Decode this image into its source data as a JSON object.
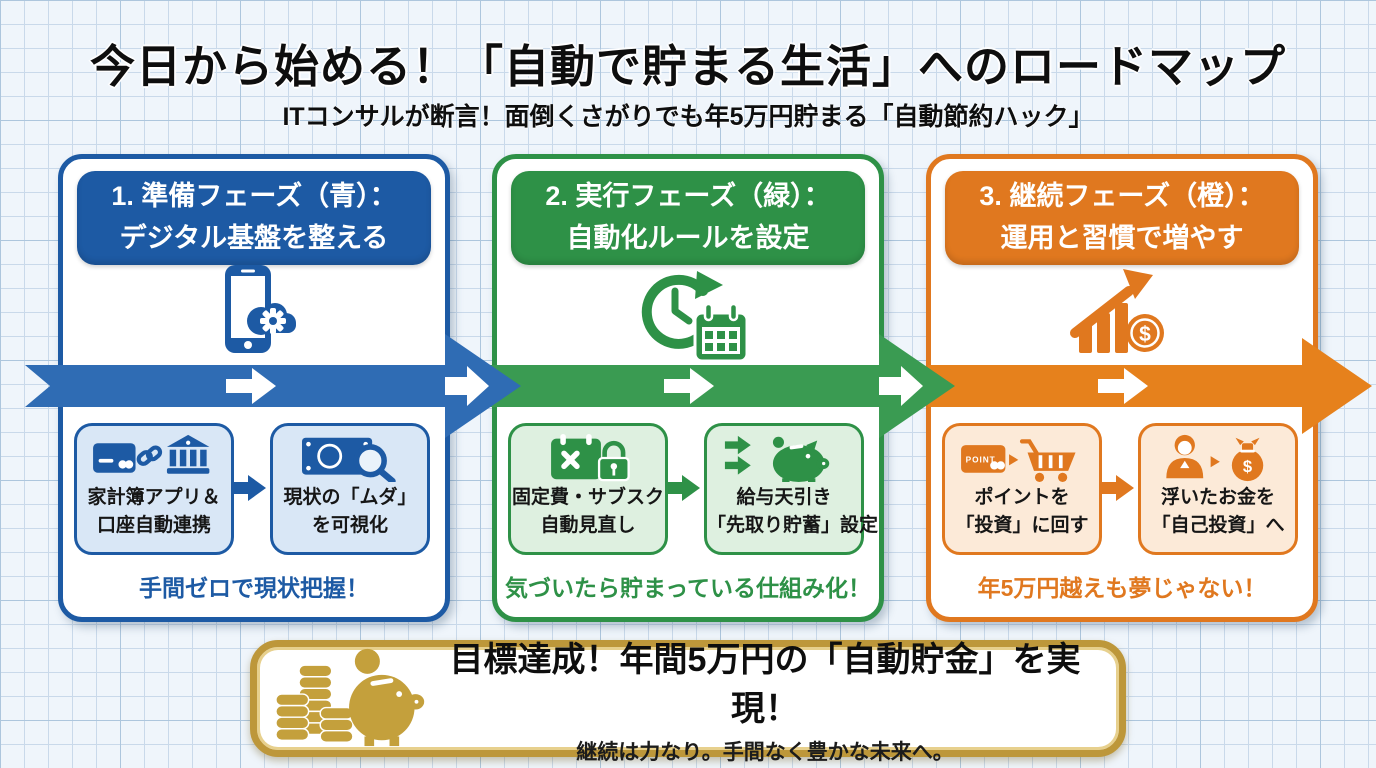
{
  "title": "今日から始める！「自動で貯まる生活」へのロードマップ",
  "subtitle": "ITコンサルが断言！面倒くさがりでも年5万円貯まる「自動節約ハック」",
  "phases": [
    {
      "header_line1": "1. 準備フェーズ（青）：",
      "header_line2": "デジタル基盤を整える",
      "accent_color": "#1d5aa4",
      "main_icon": "smartphone-cloud-gear",
      "steps": [
        {
          "icon": "card-link-bank",
          "line1": "家計簿アプリ＆",
          "line2": "口座自動連携"
        },
        {
          "icon": "banknote-magnifier",
          "line1": "現状の「ムダ」",
          "line2": "を可視化"
        }
      ],
      "slogan": "手間ゼロで現状把握！"
    },
    {
      "header_line1": "2. 実行フェーズ（緑）：",
      "header_line2": "自動化ルールを設定",
      "accent_color": "#2e9147",
      "main_icon": "clock-refresh-calendar",
      "steps": [
        {
          "icon": "calendar-cancel-lock",
          "line1": "固定費・サブスク",
          "line2": "自動見直し"
        },
        {
          "icon": "transfer-piggy-bank",
          "line1": "給与天引き",
          "line2": "「先取り貯蓄」設定"
        }
      ],
      "slogan": "気づいたら貯まっている仕組み化！"
    },
    {
      "header_line1": "3. 継続フェーズ（橙）：",
      "header_line2": "運用と習慣で増やす",
      "accent_color": "#e0781f",
      "main_icon": "growth-chart-coin",
      "steps": [
        {
          "icon": "point-card-cart",
          "line1": "ポイントを",
          "line2": "「投資」に回す"
        },
        {
          "icon": "person-moneybag",
          "line1": "浮いたお金を",
          "line2": "「自己投資」へ"
        }
      ],
      "slogan": "年5万円越えも夢じゃない！"
    }
  ],
  "goal_banner": {
    "line1": "目標達成！年間5万円の「自動貯金」を実現！",
    "line2": "継続は力なり。手間なく豊かな未来へ。"
  },
  "icons": {
    "point_label": "POINT",
    "currency": "$"
  },
  "colors": {
    "blue": "#1d5aa4",
    "green": "#2e9147",
    "orange": "#e0781f",
    "band_blue": "#2f6cb4",
    "band_green": "#3a9b52",
    "band_orange": "#e6811c",
    "gold": "#bd973a",
    "gold_icon": "#c4a03c",
    "background": "#eff5fb",
    "grid_line": "#c9d9ea"
  }
}
